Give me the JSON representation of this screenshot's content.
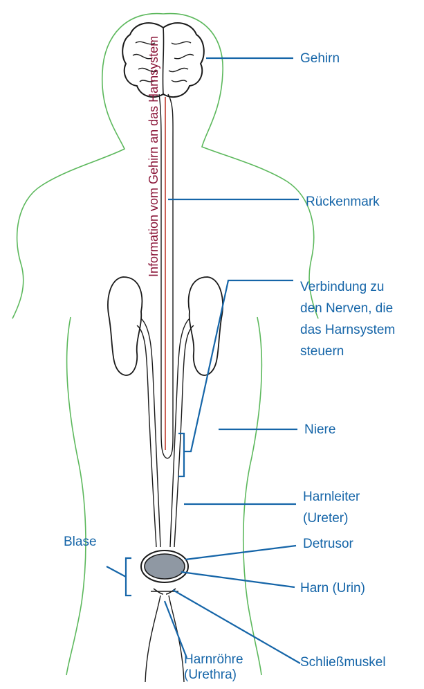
{
  "diagram": {
    "labels": {
      "brain": "Gehirn",
      "spinal_cord": "Rückenmark",
      "nerve_connection_1": "Verbindung zu",
      "nerve_connection_2": "den Nerven, die",
      "nerve_connection_3": "das Harnsystem",
      "nerve_connection_4": "steuern",
      "kidney": "Niere",
      "ureter_1": "Harnleiter",
      "ureter_2": "(Ureter)",
      "bladder": "Blase",
      "detrusor": "Detrusor",
      "urine": "Harn (Urin)",
      "sphincter": "Schließmuskel",
      "urethra_1": "Harnröhre",
      "urethra_2": "(Urethra)"
    },
    "vertical_text": "Information vom Gehirn an das Harnsystem",
    "colors": {
      "body_outline": "#5cb85c",
      "leader_lines": "#1565a8",
      "label_text": "#1565a8",
      "organ_outline": "#1a1a1a",
      "nerve_signal": "#c0392b",
      "vertical_text": "#8a1538",
      "urine_fill": "#8f98a3"
    }
  }
}
